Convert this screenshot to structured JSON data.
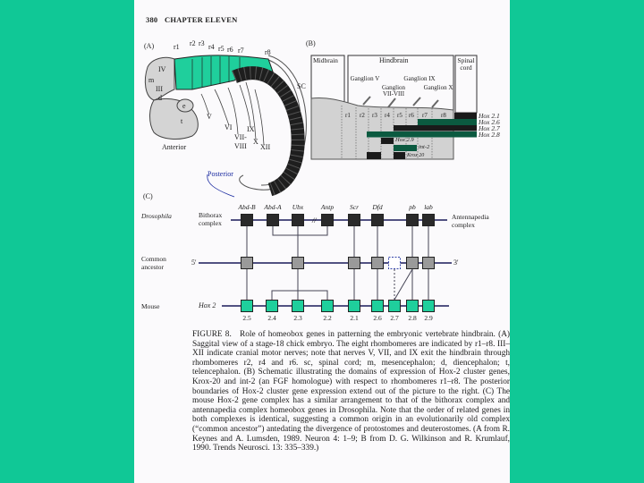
{
  "header": {
    "page_number": "380",
    "chapter": "CHAPTER ELEVEN"
  },
  "colors": {
    "background": "#10c896",
    "green": "#1fcf9c",
    "dark_green": "#0b5a40",
    "black": "#1a1a1a"
  },
  "panel_a": {
    "label": "(A)",
    "rhombomeres": [
      "r1",
      "r2",
      "r3",
      "r4",
      "r5",
      "r6",
      "r7",
      "r8"
    ],
    "brain_labels": [
      "IV",
      "m",
      "III",
      "d",
      "e",
      "t"
    ],
    "nerves": [
      "V",
      "VI",
      "VII-",
      "VIII",
      "IX",
      "X",
      "XII"
    ],
    "sc": "SC",
    "anterior": "Anterior",
    "posterior": "Posterior"
  },
  "panel_b": {
    "label": "(B)",
    "regions": [
      "Midbrain",
      "Hindbrain",
      "Spinal cord"
    ],
    "ganglia": [
      "Ganglion V",
      "Ganglion VII-VIII",
      "Ganglion IX",
      "Ganglion X"
    ],
    "rhombomeres": [
      "r1",
      "r2",
      "r3",
      "r4",
      "r5",
      "r6",
      "r7",
      "r8"
    ],
    "genes": [
      "Hox 2.1",
      "Hox 2.6",
      "Hox 2.7",
      "Hox 2.8",
      "Hox 2.9",
      "int-2",
      "Krox 20"
    ]
  },
  "panel_c": {
    "label": "(C)",
    "rows": {
      "drosophila": "Drosophila",
      "common": "Common ancestor",
      "mouse": "Mouse"
    },
    "bithorax": "Bithorax complex",
    "antennapedia": "Antennapedia complex",
    "five_prime": "5'",
    "three_prime": "3'",
    "hox2": "Hox 2",
    "drosophila_genes": [
      "Abd-B",
      "Abd-A",
      "Ubx",
      "Antp",
      "Scr",
      "Dfd",
      "pb",
      "lab"
    ],
    "mouse_genes": [
      "2.5",
      "2.4",
      "2.3",
      "2.2",
      "2.1",
      "2.6",
      "2.7",
      "2.8",
      "2.9"
    ]
  },
  "caption": {
    "title": "FIGURE 8.",
    "text": "Role of homeobox genes in patterning the embryonic vertebrate hindbrain. (A) Saggital view of a stage-18 chick embryo. The eight rhombomeres are indicated by r1–r8. III–XII indicate cranial motor nerves; note that nerves V, VII, and IX exit the hindbrain through rhombomeres r2, r4 and r6. sc, spinal cord; m, mesencephalon; d, diencephalon; t, telencephalon. (B) Schematic illustrating the domains of expression of Hox-2 cluster genes, Krox-20 and int-2 (an FGF homologue) with respect to rhombomeres r1–r8. The posterior boundaries of Hox-2 cluster gene expression extend out of the picture to the right. (C) The mouse Hox-2 gene complex has a similar arrangement to that of the bithorax complex and antennapedia complex homeobox genes in Drosophila. Note that the order of related genes in both complexes is identical, suggesting a common origin in an evolutionarily old complex (“common ancestor”) antedating the divergence of protostomes and deuterostomes. (A from R. Keynes and A. Lumsden, 1989. Neuron 4: 1–9; B from D. G. Wilkinson and R. Krumlauf, 1990. Trends Neurosci. 13: 335–339.)"
  }
}
